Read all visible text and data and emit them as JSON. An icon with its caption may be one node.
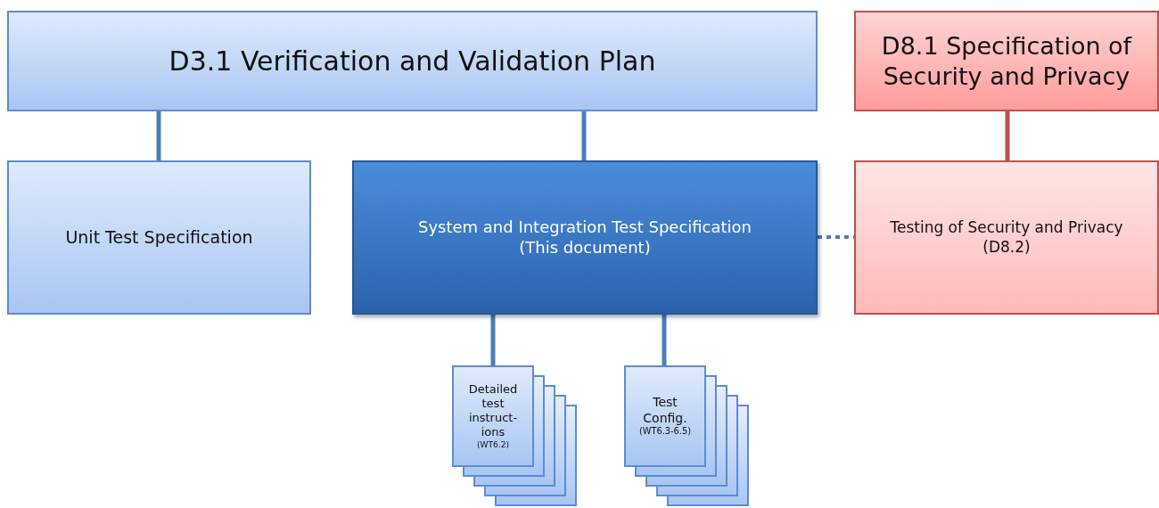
{
  "diagram": {
    "nodes": [
      {
        "text": [
          "D3.1 Verification and Validation Plan"
        ]
      },
      {
        "text": [
          "D8.1 Specification of Security and Privacy"
        ]
      },
      {
        "text": [
          "Unit Test Specification"
        ]
      },
      {
        "text": [
          "System and Integration Test Specification",
          "(This document)"
        ]
      },
      {
        "text": [
          "Testing of Security and Privacy",
          "(D8.2)"
        ]
      },
      {
        "text": [
          "Detailed test instruct-ions",
          "(WT6.2)"
        ]
      },
      {
        "text": [
          "Test Config.",
          "(WT6.3-6.5)"
        ]
      }
    ],
    "edges": [
      {
        "from": 0,
        "to": 2,
        "arrow": "none"
      },
      {
        "from": 0,
        "to": 3,
        "arrow": "none"
      },
      {
        "from": 1,
        "to": 4,
        "arrow": "none",
        "color": "#c0504d"
      },
      {
        "from": 3,
        "to": 4,
        "arrow": "none",
        "style": "dashed"
      },
      {
        "from": 3,
        "to": 5,
        "arrow": "none"
      },
      {
        "from": 3,
        "to": 6,
        "arrow": "none"
      }
    ]
  }
}
